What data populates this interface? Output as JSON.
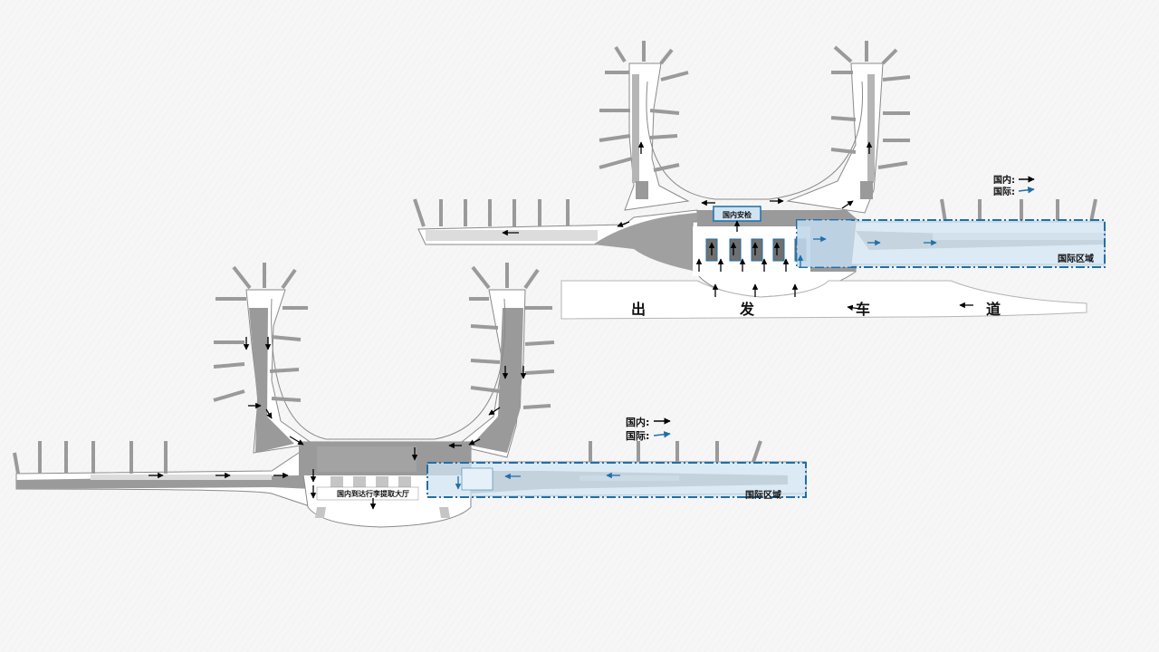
{
  "upper": {
    "legend_domestic": "国内:",
    "legend_international": "国际:",
    "security_label": "国内安检",
    "intl_zone_label": "国际区域",
    "road": [
      "出",
      "发",
      "车",
      "道"
    ]
  },
  "lower": {
    "legend_domestic": "国内:",
    "legend_international": "国际:",
    "baggage_hall_label": "国内到达行李提取大厅",
    "intl_zone_label": "国际区域"
  },
  "colors": {
    "background": "#f6f6f6",
    "floor": "#9a9a9a",
    "floor_light": "#c9c9c9",
    "outline": "#8a8a8a",
    "domestic_arrow": "#000000",
    "international_arrow": "#1f6fa8",
    "intl_zone_fill": "#cfe3f2",
    "intl_zone_border": "#1f6fa8"
  }
}
